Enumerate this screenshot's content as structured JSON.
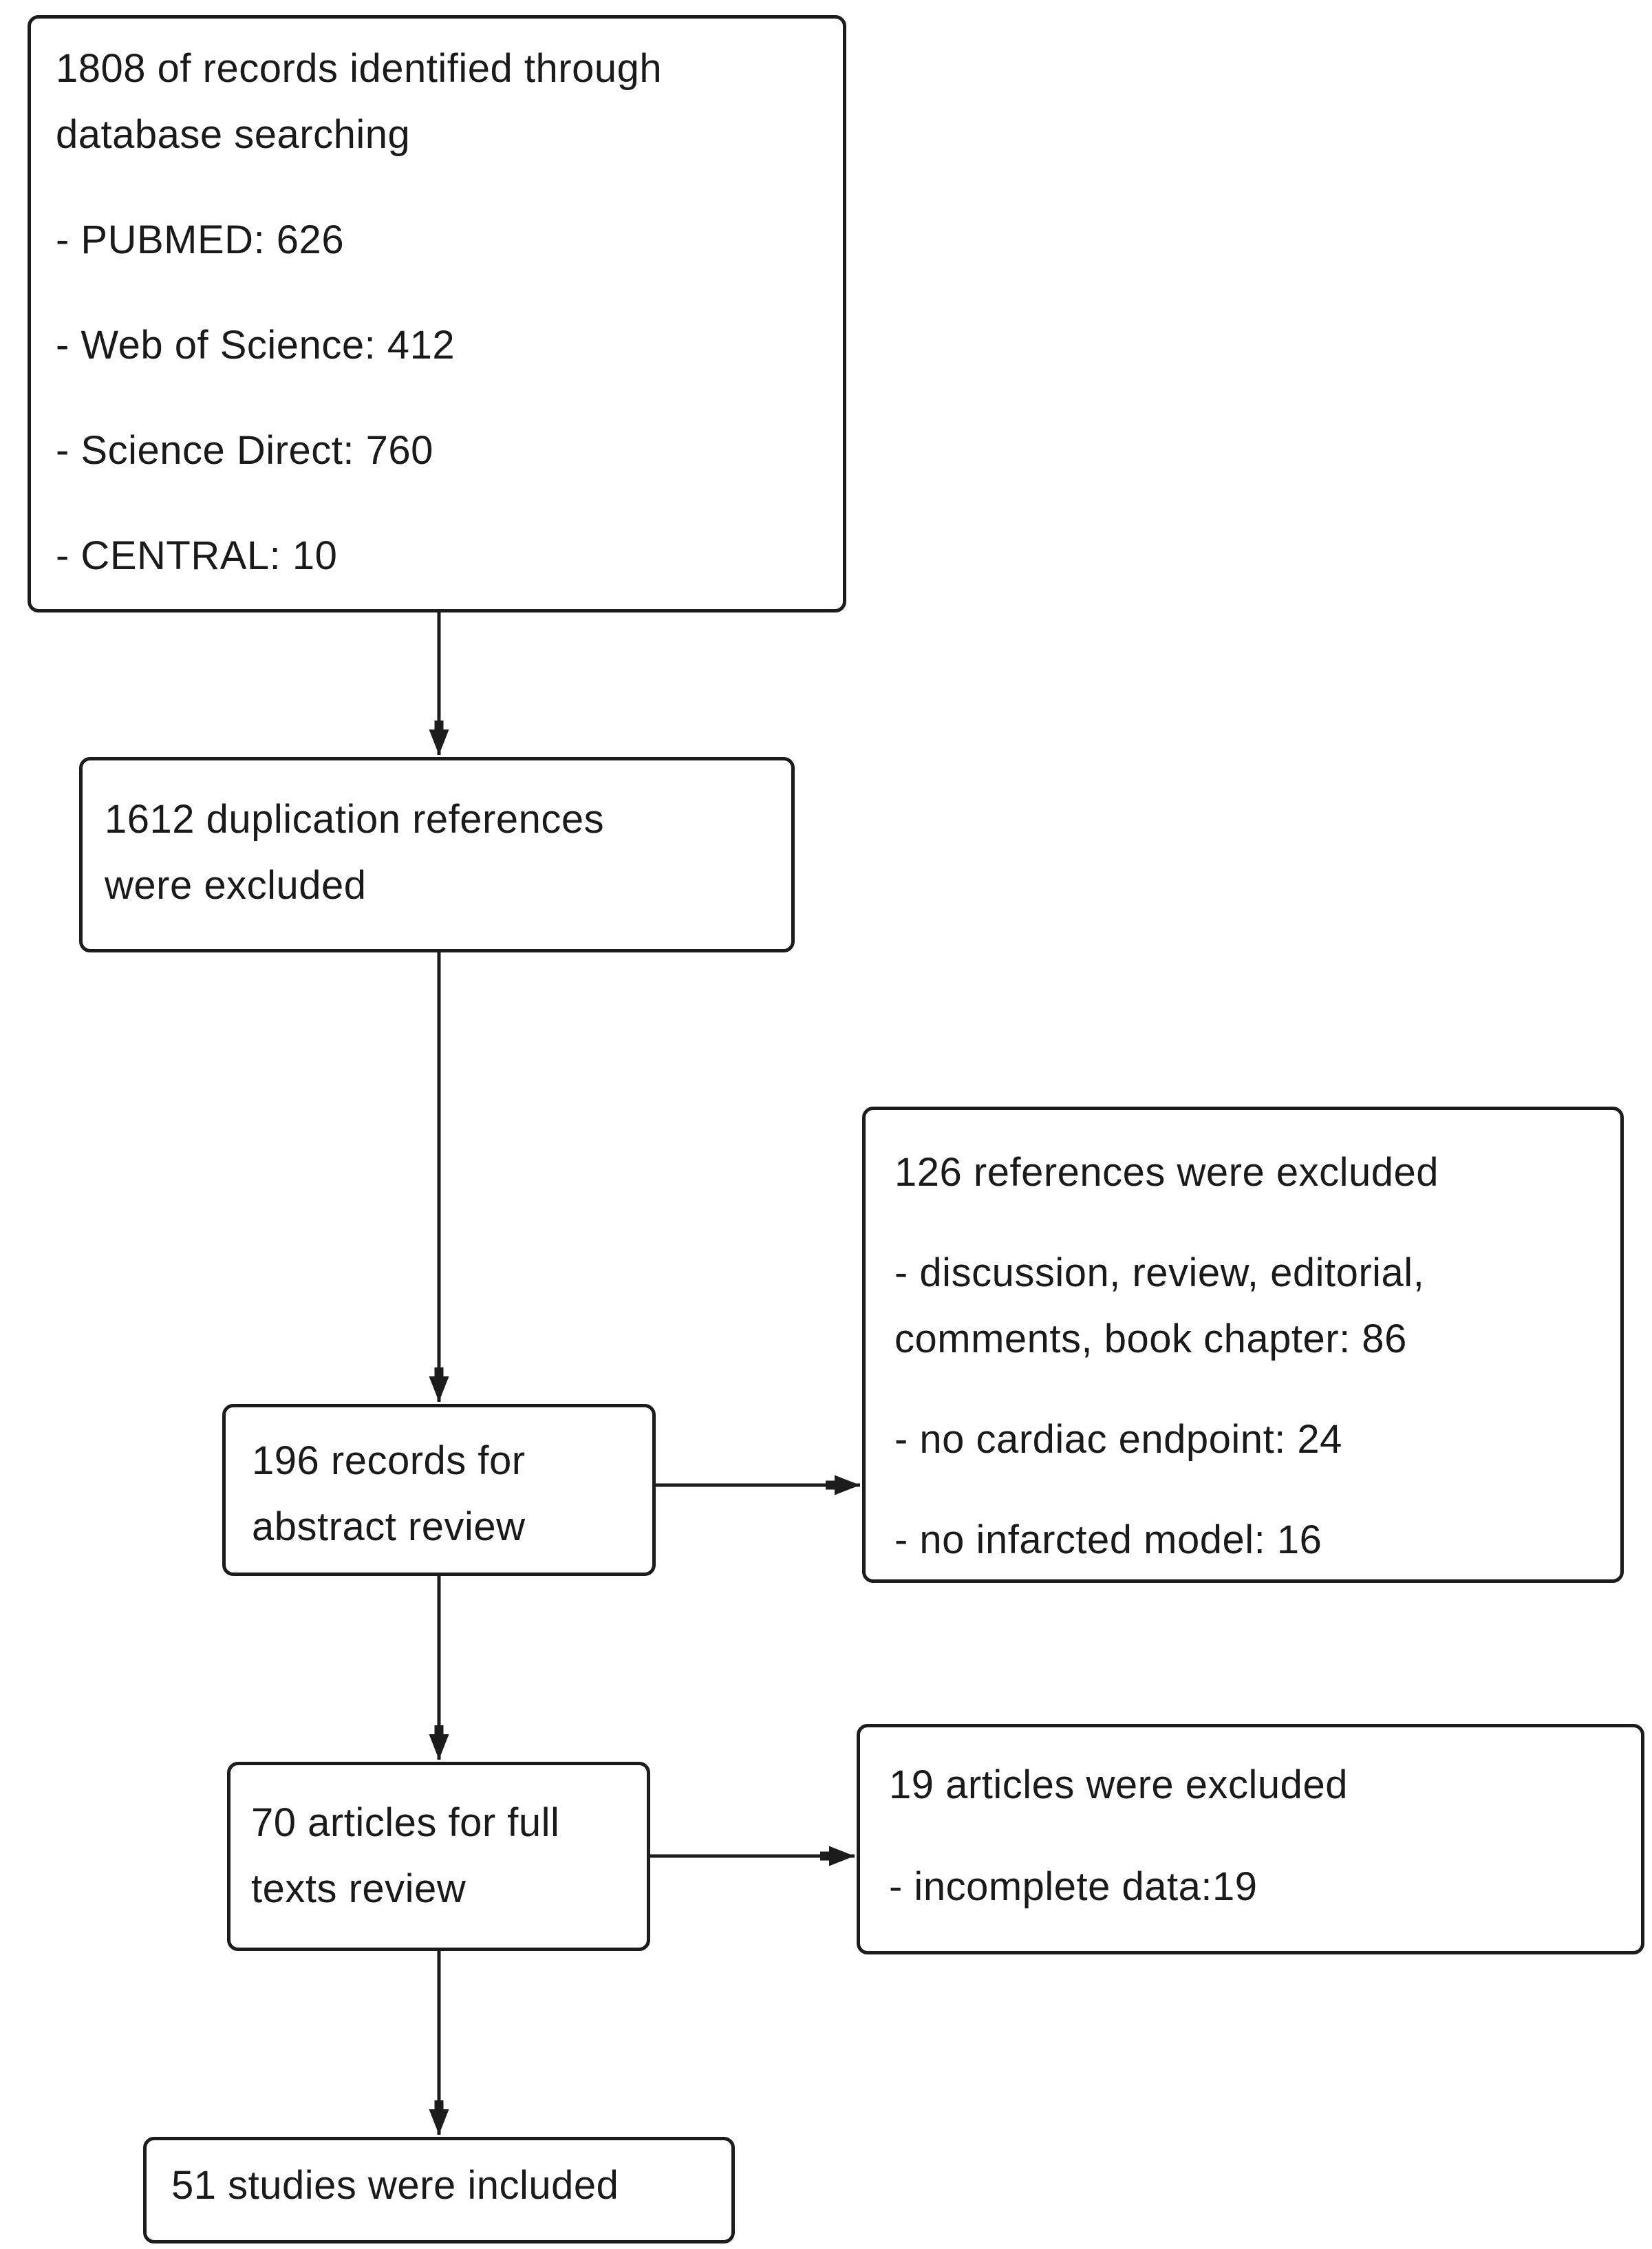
{
  "diagram": {
    "type": "flowchart",
    "colors": {
      "background": "#ffffff",
      "line": "#1c1c1c",
      "text": "#1a1a1a",
      "box_fill": "#ffffff"
    },
    "boxes": {
      "identified": {
        "lines": [
          "1808 of records identified through",
          "database searching"
        ],
        "items": [
          "- PUBMED: 626",
          "- Web of Science: 412",
          "- Science Direct: 760",
          "- CENTRAL: 10"
        ]
      },
      "duplicates_excluded": {
        "lines": [
          "1612 duplication references",
          "were excluded"
        ]
      },
      "abstract_review": {
        "lines": [
          "196 records for",
          "abstract review"
        ]
      },
      "references_excluded": {
        "title": "126 references were excluded",
        "items": [
          [
            "- discussion, review, editorial,",
            "comments, book chapter: 86"
          ],
          [
            "- no cardiac endpoint: 24"
          ],
          [
            "- no infarcted model: 16"
          ]
        ]
      },
      "fulltext_review": {
        "lines": [
          "70 articles for full",
          "texts review"
        ]
      },
      "articles_excluded": {
        "title": "19 articles were excluded",
        "items": [
          [
            "- incomplete data:19"
          ]
        ]
      },
      "included": {
        "lines": [
          "51 studies were included"
        ]
      }
    },
    "edges": [
      {
        "from": "identified",
        "to": "duplicates_excluded",
        "direction": "down"
      },
      {
        "from": "duplicates_excluded",
        "to": "abstract_review",
        "direction": "down"
      },
      {
        "from": "abstract_review",
        "to": "references_excluded",
        "direction": "right"
      },
      {
        "from": "abstract_review",
        "to": "fulltext_review",
        "direction": "down"
      },
      {
        "from": "fulltext_review",
        "to": "articles_excluded",
        "direction": "right"
      },
      {
        "from": "fulltext_review",
        "to": "included",
        "direction": "down"
      }
    ]
  }
}
